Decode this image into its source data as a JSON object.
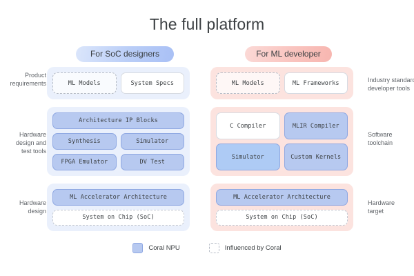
{
  "title": "The full platform",
  "columns": {
    "left": {
      "pill_label": "For SoC designers"
    },
    "right": {
      "pill_label": "For ML developer"
    }
  },
  "row_labels": {
    "left": [
      "Product\nrequirements",
      "Hardware\ndesign and\ntest tools",
      "Hardware\ndesign"
    ],
    "right": [
      "Industry standard\ndeveloper tools",
      "Software\ntoolchain",
      "Hardware\ntarget"
    ]
  },
  "left_column": {
    "row1": [
      {
        "label": "ML Models",
        "style": "dashed"
      },
      {
        "label": "System Specs",
        "style": "fill-white"
      }
    ],
    "row2_a": [
      {
        "label": "Architecture IP Blocks",
        "style": "fill-blue"
      }
    ],
    "row2_b": [
      {
        "label": "Synthesis",
        "style": "fill-blue"
      },
      {
        "label": "Simulator",
        "style": "fill-blue"
      }
    ],
    "row2_c": [
      {
        "label": "FPGA Emulator",
        "style": "fill-blue"
      },
      {
        "label": "DV Test",
        "style": "fill-blue"
      }
    ],
    "row3_a": [
      {
        "label": "ML Accelerator Architecture",
        "style": "fill-blue"
      }
    ],
    "row3_b": [
      {
        "label": "System on Chip (SoC)",
        "style": "dashed-wide"
      }
    ]
  },
  "right_column": {
    "row1": [
      {
        "label": "ML Models",
        "style": "dashed"
      },
      {
        "label": "ML Frameworks",
        "style": "fill-white"
      }
    ],
    "row2_a": [
      {
        "label": "C Compiler",
        "style": "fill-white"
      },
      {
        "label": "MLIR Compiler",
        "style": "fill-blue"
      }
    ],
    "row2_b": [
      {
        "label": "Simulator",
        "style": "fill-blue-l"
      },
      {
        "label": "Custom Kernels",
        "style": "fill-blue"
      }
    ],
    "row3_a": [
      {
        "label": "ML Accelerator Architecture",
        "style": "fill-blue"
      }
    ],
    "row3_b": [
      {
        "label": "System on Chip (SoC)",
        "style": "dashed-wide"
      }
    ]
  },
  "legend": [
    {
      "label": "Coral NPU",
      "swatch": "filled"
    },
    {
      "label": "Influenced by Coral",
      "swatch": "outline"
    }
  ],
  "colors": {
    "panel_blue": "#eaf0fc",
    "panel_pink": "#fce3df",
    "node_blue_fill": "#b7c9f0",
    "node_blue_border": "#8fa8e2",
    "text": "#3c4043",
    "label_text": "#5f6368"
  }
}
